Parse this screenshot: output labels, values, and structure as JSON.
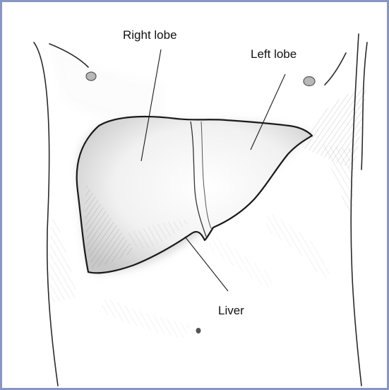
{
  "labels": {
    "right_lobe": "Right lobe",
    "left_lobe": "Left lobe",
    "liver": "Liver"
  },
  "colors": {
    "frame": "#8796c2",
    "outline": "#1a1a1a",
    "shading": "#9a9a9a"
  }
}
